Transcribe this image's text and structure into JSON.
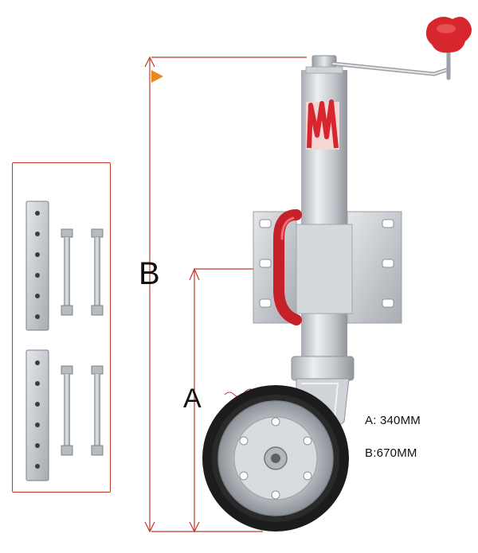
{
  "labels": {
    "dimension_a": "A",
    "dimension_b": "B"
  },
  "specs": {
    "a": "A: 340MM",
    "b": "B:670MM"
  },
  "colors": {
    "dimension_line": "#c0392b",
    "handle_knob": "#d8262e",
    "steel": "#c9ccd1",
    "tyre": "#1c1c1c"
  }
}
